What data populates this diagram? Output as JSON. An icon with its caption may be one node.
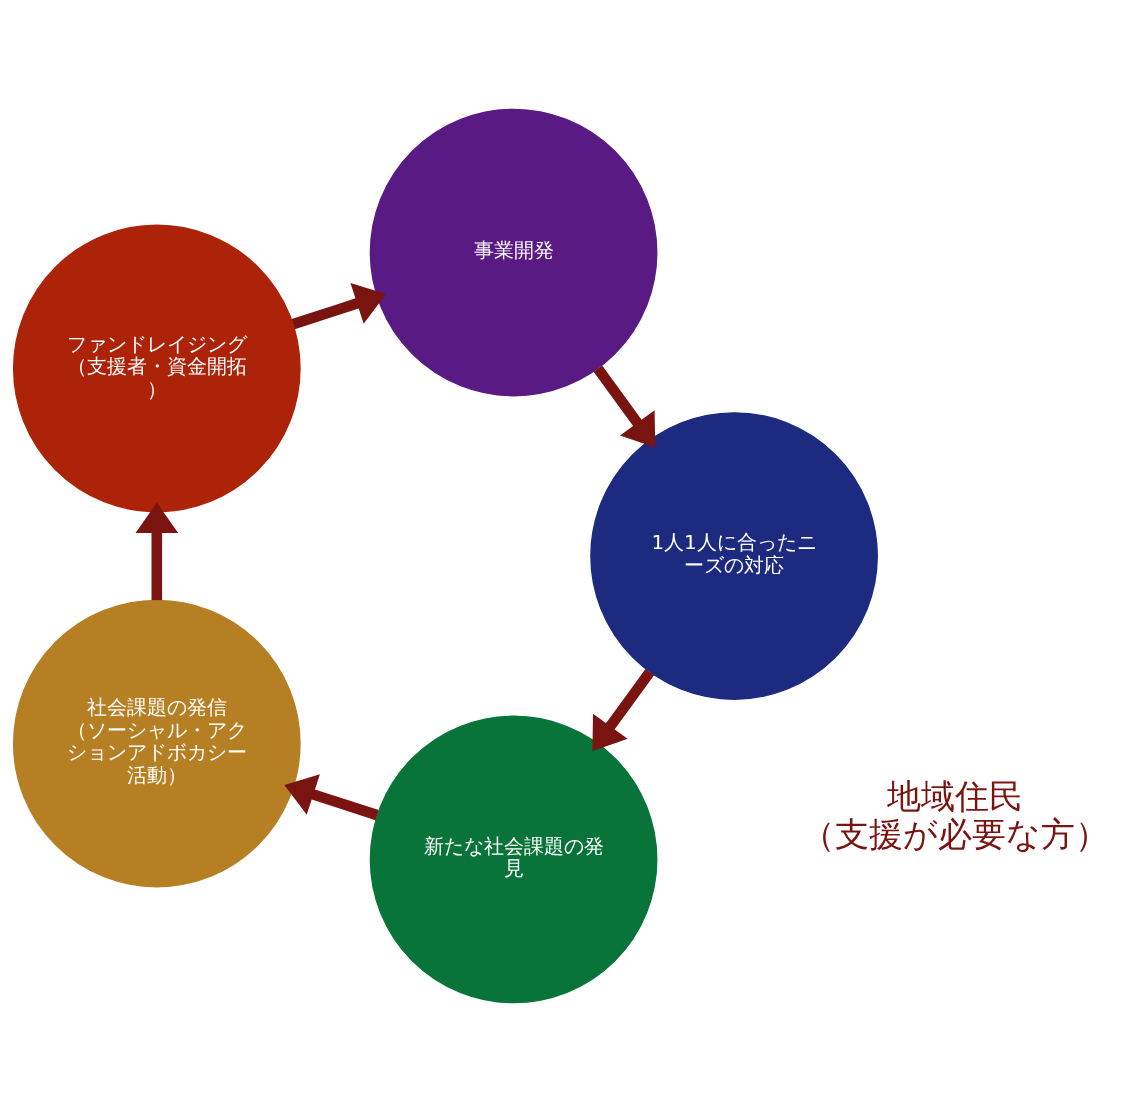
{
  "diagram": {
    "nodes": [
      {
        "text": [
          "新たな社会課題の発見"
        ]
      },
      {
        "text": [
          "社会課題の発信",
          "（ソーシャル・アクションアドボカシー活動）"
        ]
      },
      {
        "text": [
          "ファンドレイジング",
          "（支援者・資金開拓）"
        ]
      },
      {
        "text": [
          "事業開発"
        ]
      },
      {
        "text": [
          "1人1人に合ったニーズの対応"
        ]
      }
    ],
    "edges": [
      {
        "from": 0,
        "to": 1,
        "arrow": "to"
      },
      {
        "from": 1,
        "to": 2,
        "arrow": "to"
      },
      {
        "from": 2,
        "to": 3,
        "arrow": "to"
      },
      {
        "from": 3,
        "to": 4,
        "arrow": "to"
      },
      {
        "from": 4,
        "to": 0,
        "arrow": "to"
      }
    ],
    "labels": [
      "地域住民",
      "（支援が必要な方）"
    ]
  }
}
